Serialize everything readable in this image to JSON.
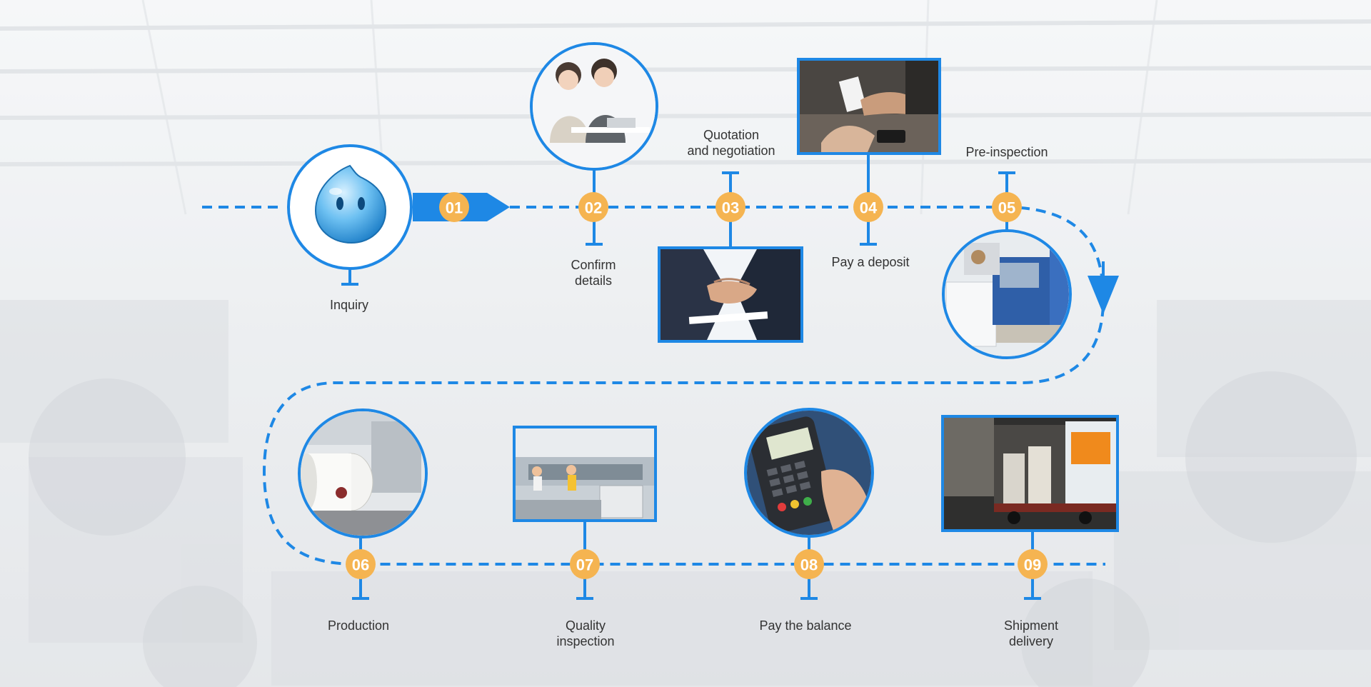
{
  "colors": {
    "accent": "#1e88e5",
    "badge": "#f5b451",
    "label_text": "#333333"
  },
  "steps": [
    {
      "num": "01",
      "label": "Inquiry",
      "icon": "chat-bubble-mascot-icon"
    },
    {
      "num": "02",
      "label": "Confirm\ndetails",
      "icon": "call-center-icon"
    },
    {
      "num": "03",
      "label": "Quotation\nand negotiation",
      "icon": "handshake-icon"
    },
    {
      "num": "04",
      "label": "Pay a deposit",
      "icon": "payment-receipt-icon"
    },
    {
      "num": "05",
      "label": "Pre-inspection",
      "icon": "machine-icon"
    },
    {
      "num": "06",
      "label": "Production",
      "icon": "paper-roll-icon"
    },
    {
      "num": "07",
      "label": "Quality\ninspection",
      "icon": "factory-floor-icon"
    },
    {
      "num": "08",
      "label": "Pay the balance",
      "icon": "card-terminal-icon"
    },
    {
      "num": "09",
      "label": "Shipment\ndelivery",
      "icon": "container-truck-icon"
    }
  ]
}
